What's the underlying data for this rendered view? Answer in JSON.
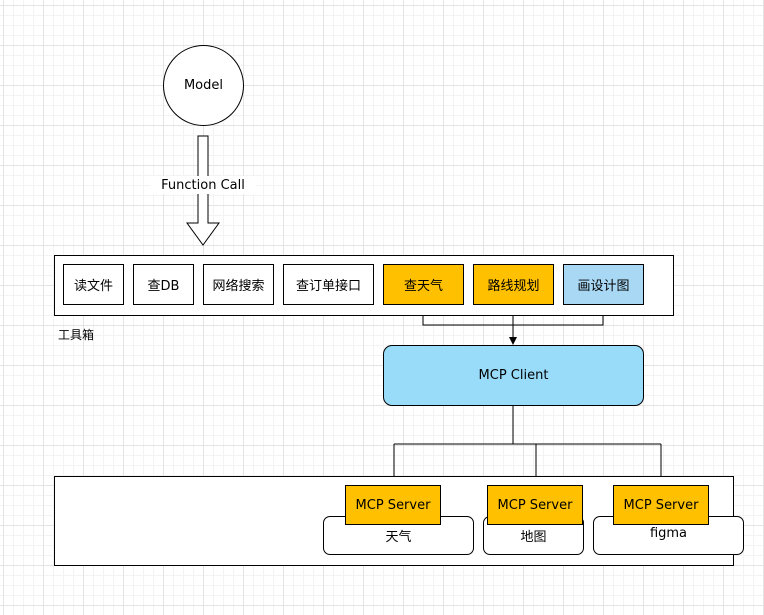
{
  "model": {
    "label": "Model"
  },
  "function_call": {
    "label": "Function Call"
  },
  "toolbox": {
    "label": "工具箱",
    "tools": [
      {
        "label": "读文件"
      },
      {
        "label": "查DB"
      },
      {
        "label": "网络搜索"
      },
      {
        "label": "查订单接口"
      },
      {
        "label": "查天气"
      },
      {
        "label": "路线规划"
      },
      {
        "label": "画设计图"
      }
    ]
  },
  "mcp_client": {
    "label": "MCP Client"
  },
  "mcp_servers": [
    {
      "label": "MCP Server",
      "service": "天气"
    },
    {
      "label": "MCP Server",
      "service": "地图"
    },
    {
      "label": "MCP Server",
      "service": "figma"
    }
  ],
  "colors": {
    "mcp_tool": "#ffc000",
    "design_tool": "#a9d8f5",
    "mcp_client": "#99dcfa",
    "mcp_server": "#ffc000"
  }
}
